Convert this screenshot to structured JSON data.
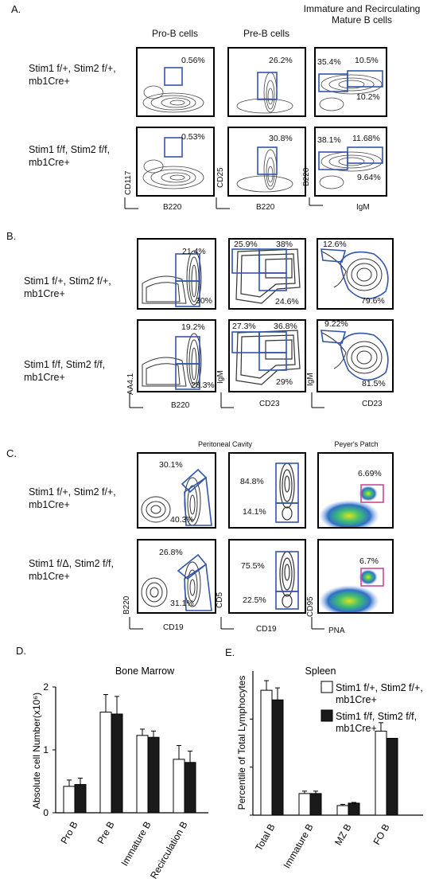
{
  "panel_a": {
    "letter": "A.",
    "col_headers": [
      "Pro-B cells",
      "Pre-B cells",
      "Immature and Recirculating\nMature B cells"
    ],
    "rows": [
      "Stim1 f/+, Stim2 f/+,\nmb1Cre+",
      "Stim1 f/f, Stim2 f/f,\nmb1Cre+"
    ],
    "pct": {
      "r1c1": "0.56%",
      "r1c2": "26.2%",
      "r1c3a": "35.4%",
      "r1c3b": "10.5%",
      "r1c3c": "10.2%",
      "r2c1": "0.53%",
      "r2c2": "30.8%",
      "r2c3a": "38.1%",
      "r2c3b": "11.68%",
      "r2c3c": "9.64%"
    },
    "axes": {
      "c1y": "CD117",
      "c1x": "B220",
      "c2y": "CD25",
      "c2x": "B220",
      "c3y": "B220",
      "c3x": "IgM"
    }
  },
  "panel_b": {
    "letter": "B.",
    "rows": [
      "Stim1 f/+, Stim2 f/+,\nmb1Cre+",
      "Stim1 f/f, Stim2 f/f,\nmb1Cre+"
    ],
    "pct": {
      "r1c1a": "21.4%",
      "r1c1b": "30%",
      "r1c2a": "25.9%",
      "r1c2b": "38%",
      "r1c2c": "24.6%",
      "r1c3a": "12.6%",
      "r1c3b": "79.6%",
      "r2c1a": "19.2%",
      "r2c1b": "28.3%",
      "r2c2a": "27.3%",
      "r2c2b": "36.8%",
      "r2c2c": "29%",
      "r2c3a": "9.22%",
      "r2c3b": "81.5%"
    },
    "axes": {
      "c1y": "AA4.1",
      "c1x": "B220",
      "c2y": "IgM",
      "c2x": "CD23",
      "c3y": "IgM",
      "c3x": "CD23"
    }
  },
  "panel_c": {
    "letter": "C.",
    "col_headers": [
      "Peritoneal Cavity",
      "Peyer's Patch"
    ],
    "rows": [
      "Stim1 f/+, Stim2 f/+,\nmb1Cre+",
      "Stim1 f/Δ, Stim2 f/f,\nmb1Cre+"
    ],
    "pct": {
      "r1c1a": "30.1%",
      "r1c1b": "40.3%",
      "r1c2a": "84.8%",
      "r1c2b": "14.1%",
      "r1c3": "6.69%",
      "r2c1a": "26.8%",
      "r2c1b": "31.1%",
      "r2c2a": "75.5%",
      "r2c2b": "22.5%",
      "r2c3": "6.7%"
    },
    "axes": {
      "c1y": "B220",
      "c1x": "CD19",
      "c2y": "CD5",
      "c2x": "CD19",
      "c3y": "CD95",
      "c3x": "PNA"
    }
  },
  "panel_d": {
    "letter": "D."
  },
  "panel_e": {
    "letter": "E."
  },
  "chart_data": [
    {
      "type": "bar",
      "title": "Bone Marrow",
      "ylabel": "Absolute cell Number(x10⁶)",
      "ylim": [
        0,
        2
      ],
      "yticks": [
        "0",
        "1",
        "2"
      ],
      "categories": [
        "Pro B",
        "Pre B",
        "Immature B",
        "Recirculation B"
      ],
      "series": [
        {
          "values": [
            0.42,
            1.6,
            1.23,
            0.85
          ],
          "errors": [
            0.1,
            0.28,
            0.1,
            0.22
          ],
          "color": "#ffffff"
        },
        {
          "values": [
            0.45,
            1.57,
            1.2,
            0.8
          ],
          "errors": [
            0.1,
            0.28,
            0.1,
            0.18
          ],
          "color": "#1a1a1a"
        }
      ]
    },
    {
      "type": "bar",
      "title": "Spleen",
      "ylabel": "Percentile of Total Lymphocytes",
      "ylim": [
        0,
        60
      ],
      "categories": [
        "Total B",
        "Immature B",
        "MZ B",
        "FO B"
      ],
      "series": [
        {
          "name": "Stim1 f/+, Stim2 f/+,\nmb1Cre+",
          "values": [
            52,
            9,
            4,
            35
          ],
          "errors": [
            4,
            1,
            0.5,
            3.5
          ],
          "color": "#ffffff"
        },
        {
          "name": "Stim1 f/f, Stim2 f/f,\nmb1Cre+",
          "values": [
            48,
            9,
            5,
            32
          ],
          "errors": [
            5,
            1,
            0.3,
            0
          ],
          "color": "#1a1a1a"
        }
      ]
    }
  ]
}
